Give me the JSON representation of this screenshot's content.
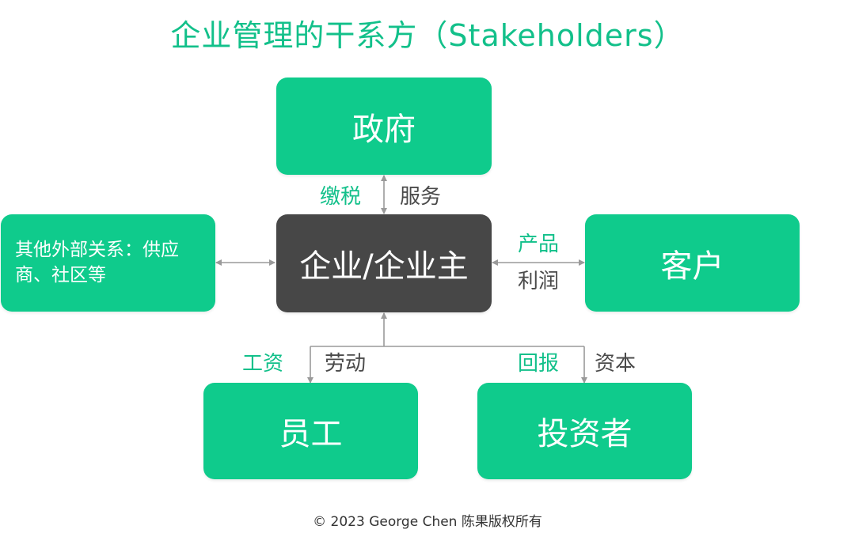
{
  "title": "企业管理的干系方（Stakeholders）",
  "nodes": {
    "government": "政府",
    "enterprise": "企业/企业主",
    "customer": "客户",
    "others": "其他外部关系：供应商、社区等",
    "employee": "员工",
    "investor": "投资者"
  },
  "edges": {
    "gov_up": "缴税",
    "gov_down": "服务",
    "cust_out": "产品",
    "cust_in": "利润",
    "emp_in": "工资",
    "emp_out": "劳动",
    "inv_in": "回报",
    "inv_out": "资本"
  },
  "footer": "© 2023 George Chen 陈果版权所有",
  "colors": {
    "accent": "#0fcb8c",
    "center": "#474747",
    "arrow": "#9a9a9a"
  }
}
